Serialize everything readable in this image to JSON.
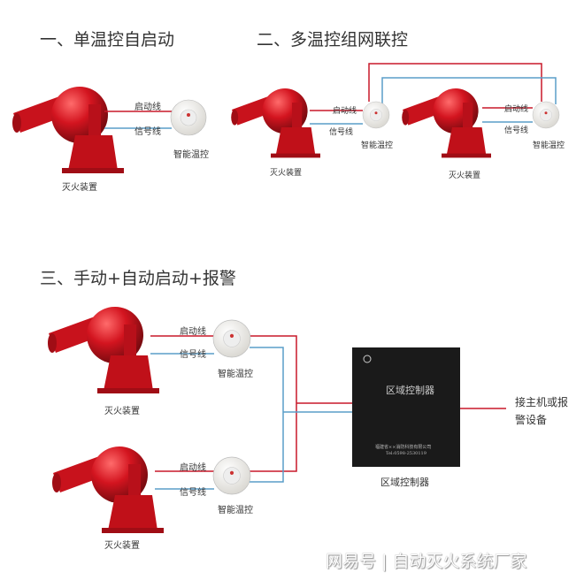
{
  "sections": [
    {
      "title": "一、单温控自启动"
    },
    {
      "title": "二、多温控组网联控"
    },
    {
      "title": "三、手动+自动启动+报警"
    }
  ],
  "labels": {
    "start_line": "启动线",
    "signal_line": "信号线",
    "device": "灭火装置",
    "sensor": "智能温控"
  },
  "controller": {
    "box_title": "区域控制器",
    "company": "福建省××消防科技有限公司",
    "tel": "Tel:0598-2530119",
    "caption": "区域控制器",
    "output_line1": "接主机或报",
    "output_line2": "警设备"
  },
  "watermark": "网易号 | 自动灭火系统厂家",
  "colors": {
    "red": "#c8192a",
    "blue": "#5a9ec9",
    "device": "#d3141f",
    "box": "#1a1a1a"
  }
}
